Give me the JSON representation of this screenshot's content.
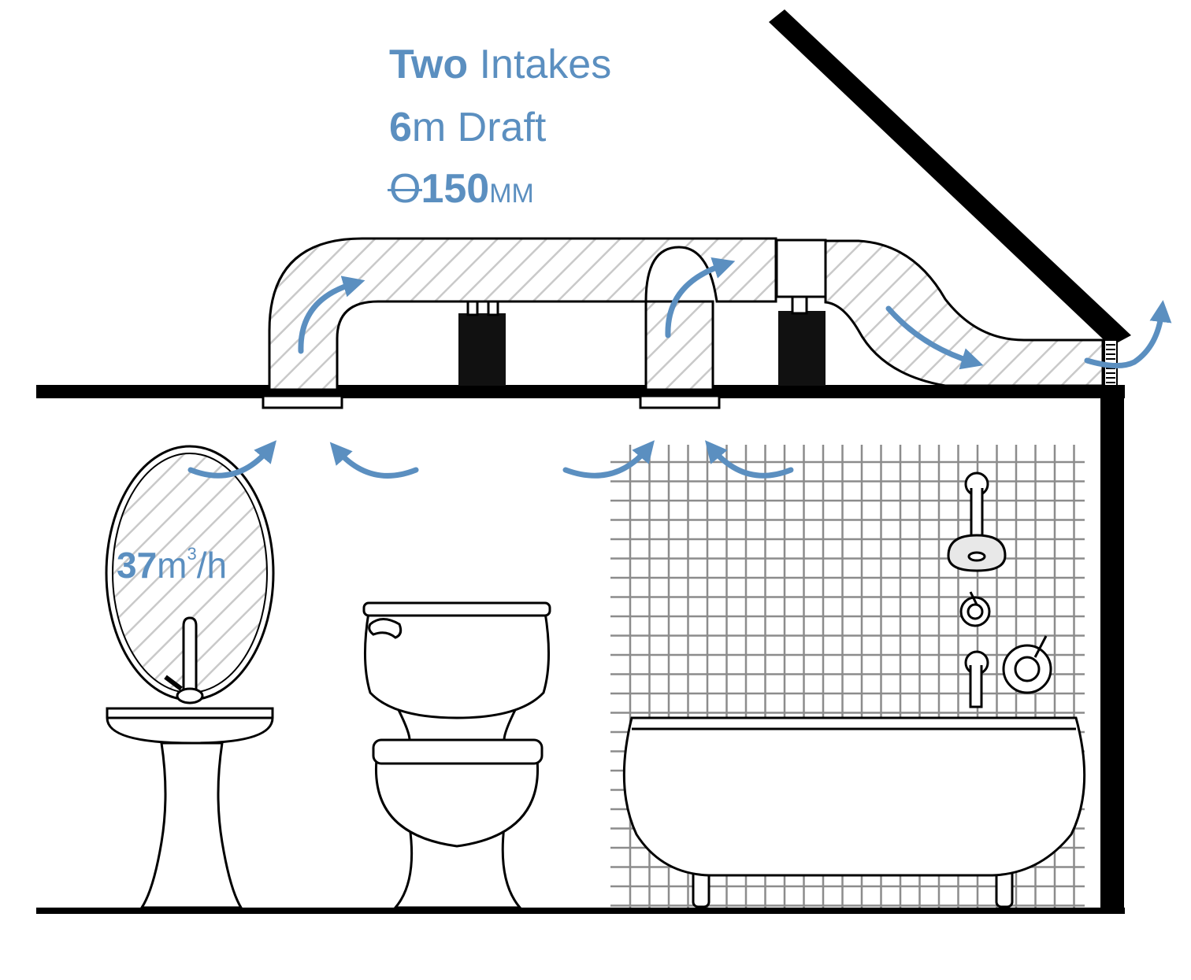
{
  "specs": {
    "intakes": {
      "bold": "Two",
      "rest": " Intakes"
    },
    "draft": {
      "bold": "6",
      "rest": "m Draft"
    },
    "diameter": {
      "symbol": "O",
      "number": "150",
      "unit": "MM"
    }
  },
  "airflow": {
    "number": "37",
    "unit": "m",
    "power": "3",
    "per": "/h"
  },
  "colors": {
    "accent": "#5b8fc0",
    "line": "#000000",
    "hatch": "#c9c9c9",
    "tile": "#8c8c8c"
  }
}
